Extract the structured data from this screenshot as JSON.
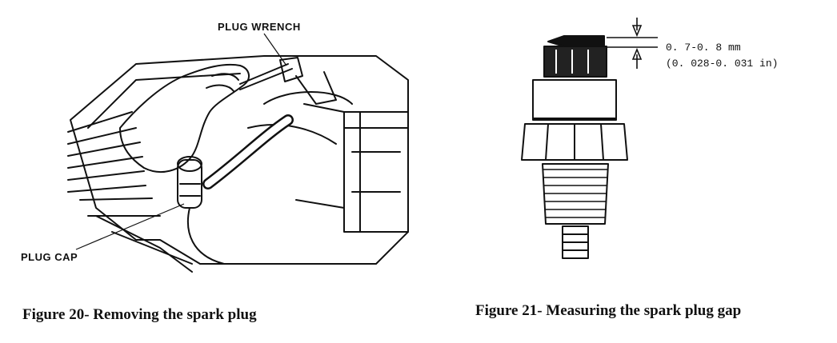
{
  "figure20": {
    "label_wrench": "PLUG WRENCH",
    "label_cap": "PLUG CAP",
    "caption": "Figure 20- Removing the spark plug"
  },
  "figure21": {
    "gap_mm": "0. 7-0. 8 mm",
    "gap_in": "(0. 028-0. 031 in)",
    "caption": "Figure 21- Measuring the spark plug gap"
  }
}
